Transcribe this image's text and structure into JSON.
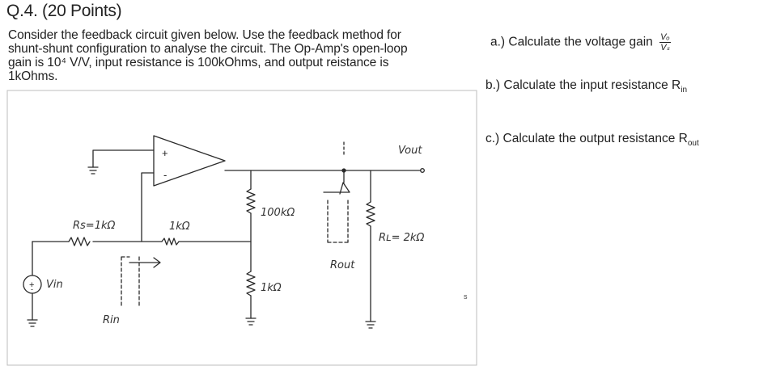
{
  "question": {
    "heading": "Q.4. (20 Points)",
    "lines": [
      "Consider the feedback circuit given below. Use the feedback method for",
      "shunt-shunt configuration to analyse the circuit. The Op-Amp's open-loop",
      "gain is 10⁴ V/V, input resistance is 100kOhms, and output reistance is",
      "1kOhms."
    ]
  },
  "parts": {
    "a": {
      "text": "a.) Calculate the voltage gain",
      "frac_num": "Vₒ",
      "frac_den": "Vₛ"
    },
    "b": {
      "text": "b.) Calculate the input resistance R",
      "sub": "in"
    },
    "c": {
      "text": "c.) Calculate the output resistance R",
      "sub": "out"
    }
  },
  "circuit": {
    "opamp_plus": "+",
    "opamp_minus": "-",
    "rs_label": "Rs=1kΩ",
    "r1_label": "1kΩ",
    "rf_label": "100kΩ",
    "rb_label": "1kΩ",
    "rl_label": "Rʟ= 2kΩ",
    "vout_label": "Vout",
    "vin_label": "Vin",
    "source_sign": "+",
    "source_sign_minus": "-",
    "rin_label": "Rin",
    "rout_label": "Rout",
    "stray_mark": "s"
  }
}
